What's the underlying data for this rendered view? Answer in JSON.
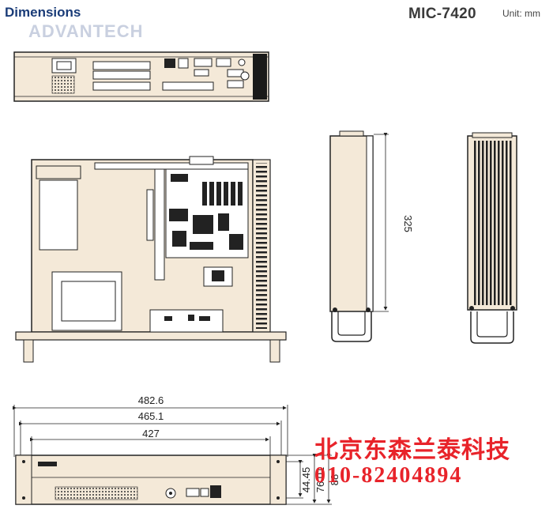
{
  "header": {
    "title": "Dimensions",
    "model": "MIC-7420",
    "unit": "Unit: mm",
    "logo": "ADVANTECH"
  },
  "dimensions": {
    "depth": "325",
    "overall_width": "482.6",
    "flange_width": "465.1",
    "body_width": "427",
    "height_inner": "44.45",
    "height_mid": "76.01",
    "height_total": "88"
  },
  "watermark": {
    "company": "北京东森兰泰科技",
    "phone": "010-82404894"
  },
  "colors": {
    "chassis_fill": "#f4e9d8",
    "outline": "#222222",
    "accent": "#1a3c78",
    "watermark": "#e8232a"
  }
}
